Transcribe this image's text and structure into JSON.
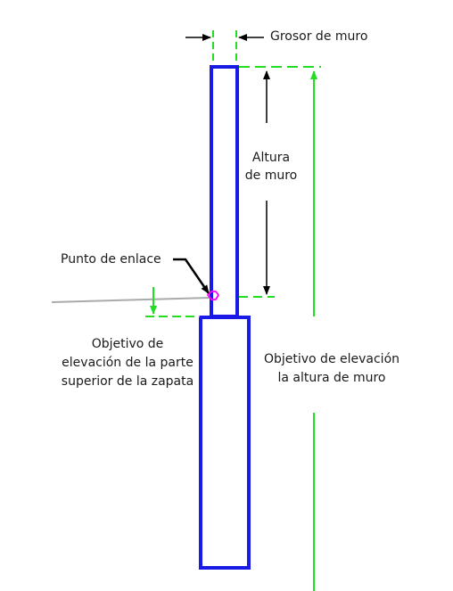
{
  "labels": {
    "wall_thickness": "Grosor de muro",
    "wall_height_line1": "Altura",
    "wall_height_line2": "de muro",
    "attachment_point": "Punto de enlace",
    "footing_target_line1": "Objetivo de",
    "footing_target_line2": "elevación de la parte",
    "footing_target_line3": "superior de la zapata",
    "wall_target_line1": "Objetivo de elevación",
    "wall_target_line2": "la altura de muro"
  },
  "colors": {
    "structure": "#1a1ae6",
    "dimension": "#22dd22",
    "annotation": "#000000",
    "attach_marker": "#ff00ff",
    "ground_line": "#aaaaaa"
  }
}
